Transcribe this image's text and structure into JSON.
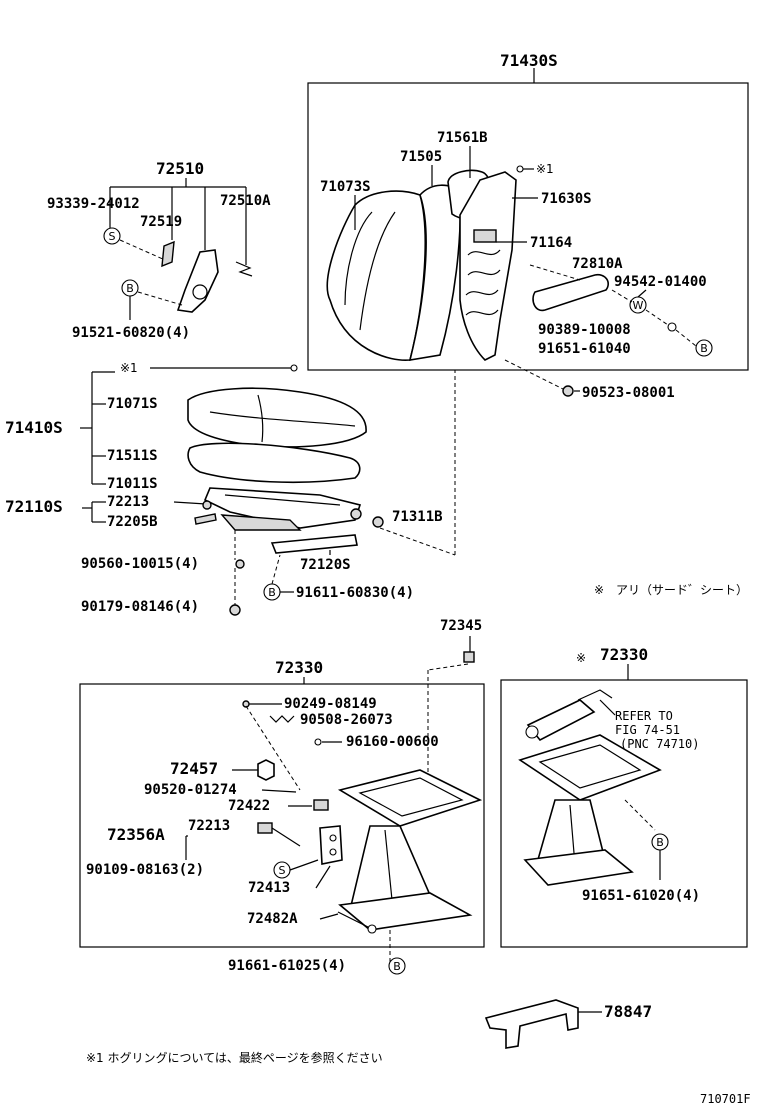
{
  "parts": {
    "p71430S": "71430S",
    "p71561B": "71561B",
    "p71505": "71505",
    "p71073S": "71073S",
    "p71630S": "71630S",
    "p71164": "71164",
    "p72810A": "72810A",
    "p94542_01400": "94542-01400",
    "p90389_10008": "90389-10008",
    "p91651_61040": "91651-61040",
    "p90523_08001": "90523-08001",
    "p72510": "72510",
    "p93339_24012": "93339-24012",
    "p72519": "72519",
    "p72510A": "72510A",
    "p91521_60820": "91521-60820(4)",
    "p71410S": "71410S",
    "p71071S": "71071S",
    "p71511S": "71511S",
    "p71011S": "71011S",
    "p72110S": "72110S",
    "p72213a": "72213",
    "p72205B": "72205B",
    "p71311B": "71311B",
    "p90560_10015": "90560-10015(4)",
    "p72120S": "72120S",
    "p91611_60830": "91611-60830(4)",
    "p90179_08146": "90179-08146(4)",
    "p72345": "72345",
    "p72330a": "72330",
    "p72330b": "72330",
    "p90249_08149": "90249-08149",
    "p90508_26073": "90508-26073",
    "p96160_00600": "96160-00600",
    "p72457": "72457",
    "p90520_01274": "90520-01274",
    "p72422": "72422",
    "p72356A": "72356A",
    "p72213b": "72213",
    "p90109_08163": "90109-08163(2)",
    "p72413": "72413",
    "p72482A": "72482A",
    "p91661_61025": "91661-61025(4)",
    "p91651_61020": "91651-61020(4)",
    "p78847": "78847"
  },
  "markers": {
    "note1": "※1",
    "note1_left": "※1",
    "kome": "※",
    "circle_b": "B",
    "circle_s": "S",
    "circle_w": "W"
  },
  "notes": {
    "ari_seat": "※　アリ（サード゛シート）",
    "refer1": "REFER TO",
    "refer2": "FIG 74-51",
    "refer3": "(PNC 74710)",
    "footnote": "※1  ホグリングについては、最終ページを参照ください",
    "figure_code": "710701F"
  }
}
